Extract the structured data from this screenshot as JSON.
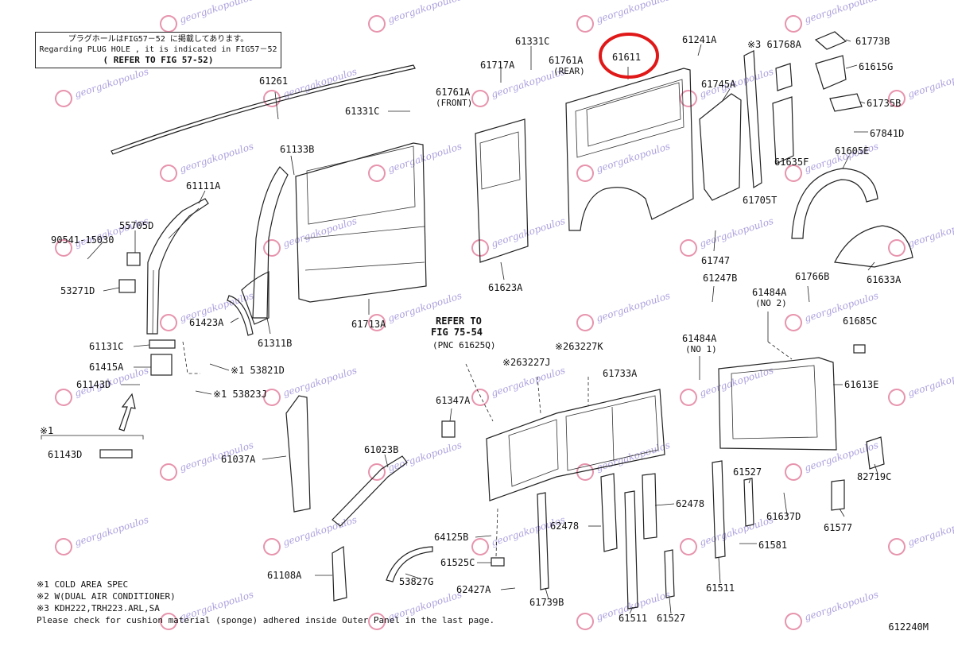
{
  "note": {
    "line1": "プラグホールはFIG57－52 に掲載してあります。",
    "line2": "Regarding PLUG HOLE , it is indicated in FIG57－52",
    "line3": "( REFER TO FIG 57-52)"
  },
  "refer_note": [
    "REFER TO",
    "FIG 75-54",
    "(PNC 61625Q)"
  ],
  "labels": {
    "l61261": "61261",
    "l61331C_a": "61331C",
    "l61331C_b": "61331C",
    "l61717A": "61717A",
    "l61761A_rear": "61761A",
    "rear": "(REAR)",
    "l61761A_front": "61761A",
    "front": "(FRONT)",
    "l61611": "61611",
    "l61241A": "61241A",
    "l61768A": "※3 61768A",
    "l61773B": "61773B",
    "l61615G": "61615G",
    "l61735B": "61735B",
    "l67841D": "67841D",
    "l61745A": "61745A",
    "l61635F": "61635F",
    "l61605E": "61605E",
    "l61705T": "61705T",
    "l61133B": "61133B",
    "l61111A": "61111A",
    "l55705D": "55705D",
    "l90541": "90541-15030",
    "l53271D": "53271D",
    "l61423A": "61423A",
    "l61311B": "61311B",
    "l61713A": "61713A",
    "l61623A": "61623A",
    "l61747": "61747",
    "l61633A": "61633A",
    "l61247B": "61247B",
    "l61484A_2": "61484A",
    "no2": "(NO 2)",
    "l61766B": "61766B",
    "l61685C": "61685C",
    "l61484A_1": "61484A",
    "no1": "(NO 1)",
    "l61613E": "61613E",
    "l61131C": "61131C",
    "l61415A": "61415A",
    "l53821D": "※1 53821D",
    "l61143D_a": "61143D",
    "l53823J": "※1 53823J",
    "l263227K": "※263227K",
    "l263227J": "※263227J",
    "l61733A": "61733A",
    "l61347A": "61347A",
    "star1": "※1",
    "l61143D_b": "61143D",
    "l61037A": "61037A",
    "l61023B": "61023B",
    "l82719C": "82719C",
    "l61527_a": "61527",
    "l62478_a": "62478",
    "l62478_b": "62478",
    "l61637D": "61637D",
    "l64125B": "64125B",
    "l61577": "61577",
    "l61581": "61581",
    "l61108A": "61108A",
    "l61525C": "61525C",
    "l53827G": "53827G",
    "l62427A": "62427A",
    "l61739B": "61739B",
    "l61511_a": "61511",
    "l61511_b": "61511",
    "l61527_b": "61527"
  },
  "footnotes": [
    "※1 COLD AREA SPEC",
    "※2 W(DUAL AIR CONDITIONER)",
    "※3 KDH222,TRH223.ARL,SA",
    "Please check for cushion material (sponge) adhered inside Outer Panel in the last page."
  ],
  "diagram_id": "612240M",
  "watermark_text": "georgakopoulos",
  "colors": {
    "highlight_circle": "#e01818",
    "watermark_text": "#6a52c4",
    "watermark_logo": "#d43d6a",
    "line": "#222222"
  }
}
